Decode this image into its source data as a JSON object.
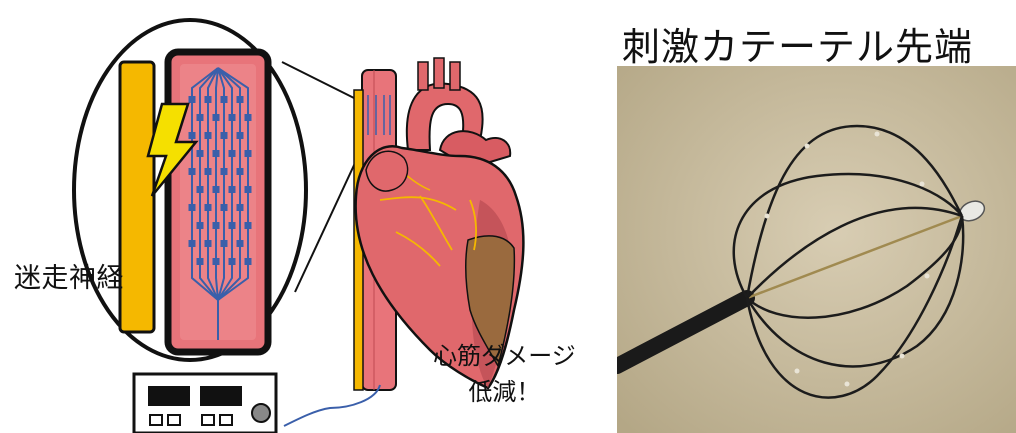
{
  "labels": {
    "vagus_nerve": "迷走神経",
    "damage_line1": "心筋ダメージ",
    "damage_line2": "低減！",
    "catheter_tip": "刺激カテーテル先端"
  },
  "colors": {
    "nerve": "#f5b800",
    "vessel": "#e8747a",
    "vessel_dark": "#c04a52",
    "heart": "#e0686c",
    "heart_shadow": "#b94b52",
    "damage": "#9a6a3e",
    "electrode": "#3a5faa",
    "photo_bg": "#c9bda0",
    "wire": "#1c1c1c"
  },
  "icons": {
    "bolt": "lightning-bolt-icon",
    "stimulator": "stimulator-device-icon",
    "heart": "heart-illustration"
  }
}
